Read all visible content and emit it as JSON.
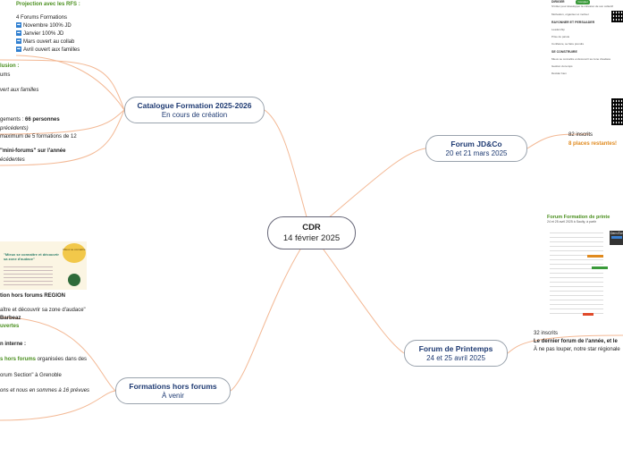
{
  "center": {
    "title": "CDR",
    "date": "14 février 2025"
  },
  "catalogue": {
    "title": "Catalogue Formation 2025-2026",
    "subtitle": "En cours de création",
    "notes": {
      "heading": "Projection avec les RFS :",
      "count": "4 Forums Formations",
      "items": [
        "Novembre 100% JD",
        "Janvier 100% JD",
        "Mars ouvert au collab",
        "Avril ouvert aux familles"
      ],
      "left_a": "lusion :",
      "left_b": "ums",
      "left_c": "vert aux familles",
      "left_d_pre": "gements : ",
      "left_d_bold": "66 personnes",
      "left_e": "précédents)",
      "left_f": "maximum de 5 formations de 12",
      "left_g": "\"mini-forums\" sur l'année",
      "left_h": "écédentes"
    }
  },
  "forum_jd": {
    "title": "Forum JD&Co",
    "subtitle": "20 et 21 mars 2025",
    "inscrits": "82 inscrits",
    "remaining": "8 places restantes!",
    "doc": {
      "h1": "DIRIGER",
      "tag1": "Complet",
      "l1": "S'initier pour développer la cohésion de son collectif",
      "l2": "Motivation, organiser et motiver",
      "h2": "RAYONNER ET PERSUADER",
      "l3": "Leadership",
      "l4": "Prise de parole",
      "l5": "Confiance, se faire prendre",
      "h3": "SE CONSTRUIRE",
      "l6": "Mieux se connaître et découvrir sa zone d'audace",
      "l7": "Gestion du temps",
      "l8": "Décider bien"
    }
  },
  "printemps": {
    "title": "Forum de Printemps",
    "subtitle": "24 et 25 avril 2025",
    "inscrits": "32 inscrits",
    "line1": "Le dernier forum de l'année, et le",
    "line2": "À ne pas louper, notre star régionale",
    "doc_title": "Forum Formation de printe",
    "doc_sub": "24 et 25 avril 2025 à Saulty, à partir",
    "badge": "Dern Écr"
  },
  "hors": {
    "title": "Formations hors forums",
    "subtitle": "À venir",
    "poster_title": "\"Mieux se connaître et découvrir sa zone d'audace\"",
    "poster_badge": "Mieux se connaître",
    "l1": "tion hors forums REGION",
    "l2": "aître et découvrir sa zone d'audace\"",
    "l3": "Barbeaz",
    "l4": "uvertes",
    "l5": "n interne :",
    "l6_colored": "s hors forums",
    "l6_rest": " organisées dans des",
    "l7": "orum Section\" à Grenoble",
    "l8": "ons et nous en sommes à 16 prévues"
  },
  "colors": {
    "link": "#f3b894",
    "accent_blue": "#1f3b73",
    "green": "#4a8f1e",
    "orange": "#e08a1e"
  }
}
